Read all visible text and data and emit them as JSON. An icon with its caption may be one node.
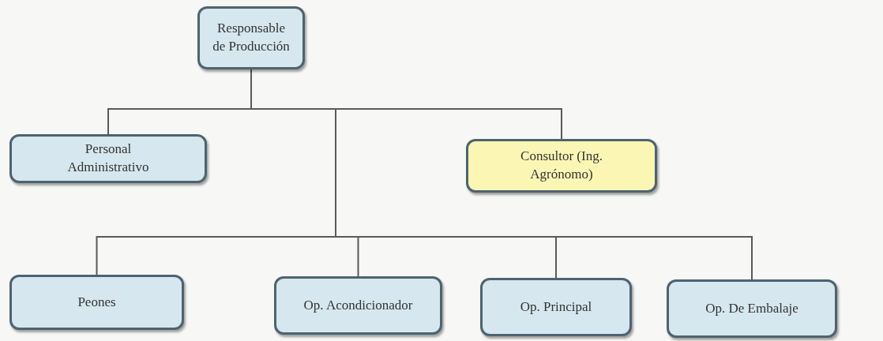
{
  "diagram": {
    "nodes": [
      {
        "text": [
          "Responsable de Producción"
        ]
      },
      {
        "text": [
          "Personal Administrativo"
        ]
      },
      {
        "text": [
          "Consultor (Ing. Agrónomo)"
        ]
      },
      {
        "text": [
          "Peones"
        ]
      },
      {
        "text": [
          "Op. Acondicionador"
        ]
      },
      {
        "text": [
          "Op. Principal"
        ]
      },
      {
        "text": [
          "Op. De Embalaje"
        ]
      }
    ],
    "edges": [
      {
        "from": 0,
        "to": 1,
        "arrow": "none"
      },
      {
        "from": 0,
        "to": 2,
        "arrow": "none"
      },
      {
        "from": 0,
        "to": 3,
        "arrow": "none"
      },
      {
        "from": 0,
        "to": 4,
        "arrow": "none"
      },
      {
        "from": 0,
        "to": 5,
        "arrow": "none"
      },
      {
        "from": 0,
        "to": 6,
        "arrow": "none"
      }
    ]
  }
}
